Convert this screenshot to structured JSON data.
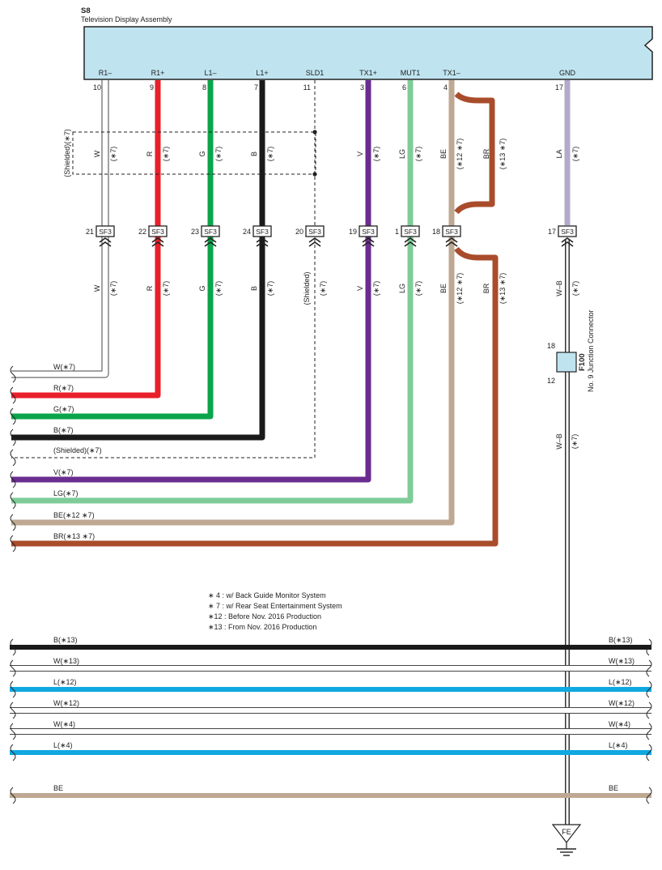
{
  "component": {
    "code": "S8",
    "name": "Television Display Assembly"
  },
  "pins": [
    {
      "id": "r1n",
      "label": "R1–",
      "num": "10",
      "sf_num": "21",
      "sf": "SF3",
      "upper_color": "W",
      "lower_color": "W",
      "upper_note": "(∗7)",
      "lower_note": "(∗7)",
      "hex": "#ffffff"
    },
    {
      "id": "r1p",
      "label": "R1+",
      "num": "9",
      "sf_num": "22",
      "sf": "SF3",
      "upper_color": "R",
      "lower_color": "R",
      "upper_note": "(∗7)",
      "lower_note": "(∗7)",
      "hex": "#e8202a"
    },
    {
      "id": "l1n",
      "label": "L1–",
      "num": "8",
      "sf_num": "23",
      "sf": "SF3",
      "upper_color": "G",
      "lower_color": "G",
      "upper_note": "(∗7)",
      "lower_note": "(∗7)",
      "hex": "#0aa54a"
    },
    {
      "id": "l1p",
      "label": "L1+",
      "num": "7",
      "sf_num": "24",
      "sf": "SF3",
      "upper_color": "B",
      "lower_color": "B",
      "upper_note": "(∗7)",
      "lower_note": "(∗7)",
      "hex": "#1a1a1a"
    },
    {
      "id": "sld1",
      "label": "SLD1",
      "num": "11",
      "sf_num": "20",
      "sf": "SF3",
      "upper_color": "",
      "lower_color": "(Shielded)",
      "upper_note": "",
      "lower_note": "(∗7)",
      "hex": "#222222"
    },
    {
      "id": "tx1p",
      "label": "TX1+",
      "num": "3",
      "sf_num": "19",
      "sf": "SF3",
      "upper_color": "V",
      "lower_color": "V",
      "upper_note": "(∗7)",
      "lower_note": "(∗7)",
      "hex": "#6a2d8f"
    },
    {
      "id": "mut1",
      "label": "MUT1",
      "num": "6",
      "sf_num": "1",
      "sf": "SF3",
      "upper_color": "LG",
      "lower_color": "LG",
      "upper_note": "(∗7)",
      "lower_note": "(∗7)",
      "hex": "#7fcc98"
    },
    {
      "id": "tx1n",
      "label": "TX1–",
      "num": "4",
      "sf_num": "18",
      "sf": "SF3",
      "upper_color": "BE",
      "lower_color": "BE",
      "upper_note": "(∗12 ∗7)",
      "lower_note": "(∗12 ∗7)",
      "hex": "#bfa892"
    },
    {
      "id": "gnd",
      "label": "GND",
      "num": "17",
      "sf_num": "17",
      "sf": "SF3",
      "upper_color": "LA",
      "lower_color": "W–B",
      "upper_note": "(∗7)",
      "lower_note": "(∗7)",
      "hex": "#b3a9cc"
    }
  ],
  "tx1n_alt": {
    "upper_color": "BR",
    "upper_note": "(∗13 ∗7)",
    "lower_color": "BR",
    "lower_note": "(∗13 ∗7)",
    "hex": "#a94c2c"
  },
  "shielded_label": "(Shielded)",
  "shielded_note": "(∗7)",
  "output_wires": [
    {
      "label": "W(∗7)",
      "hex": "#ffffff"
    },
    {
      "label": "R(∗7)",
      "hex": "#e8202a"
    },
    {
      "label": "G(∗7)",
      "hex": "#0aa54a"
    },
    {
      "label": "B(∗7)",
      "hex": "#1a1a1a"
    },
    {
      "label": "(Shielded)(∗7)",
      "hex": "#222222"
    },
    {
      "label": "V(∗7)",
      "hex": "#6a2d8f"
    },
    {
      "label": "LG(∗7)",
      "hex": "#7fcc98"
    },
    {
      "label": "BE(∗12 ∗7)",
      "hex": "#bfa892"
    },
    {
      "label": "BR(∗13 ∗7)",
      "hex": "#a94c2c"
    }
  ],
  "junction": {
    "code": "F100",
    "name": "No. 9 Junction Connector",
    "pin_top": "18",
    "pin_bottom": "12",
    "wire_color": "W–B",
    "wire_note": "(∗7)"
  },
  "ground": {
    "label": "FE"
  },
  "notes": [
    "∗ 4 : w/ Back Guide Monitor System",
    "∗ 7 : w/ Rear Seat Entertainment System",
    "∗12 : Before Nov.  2016 Production",
    "∗13 : From Nov.  2016 Production"
  ],
  "bus_wires": [
    {
      "label": "B(∗13)",
      "hex": "#1a1a1a"
    },
    {
      "label": "W(∗13)",
      "hex": "#ffffff"
    },
    {
      "label": "L(∗12)",
      "hex": "#10a8e0"
    },
    {
      "label": "W(∗12)",
      "hex": "#ffffff"
    },
    {
      "label": "W(∗4)",
      "hex": "#ffffff"
    },
    {
      "label": "L(∗4)",
      "hex": "#10a8e0"
    },
    {
      "label": "BE",
      "hex": "#bfa892"
    }
  ],
  "colors": {
    "header_fill": "#bfe4f0",
    "outline": "#222222"
  }
}
